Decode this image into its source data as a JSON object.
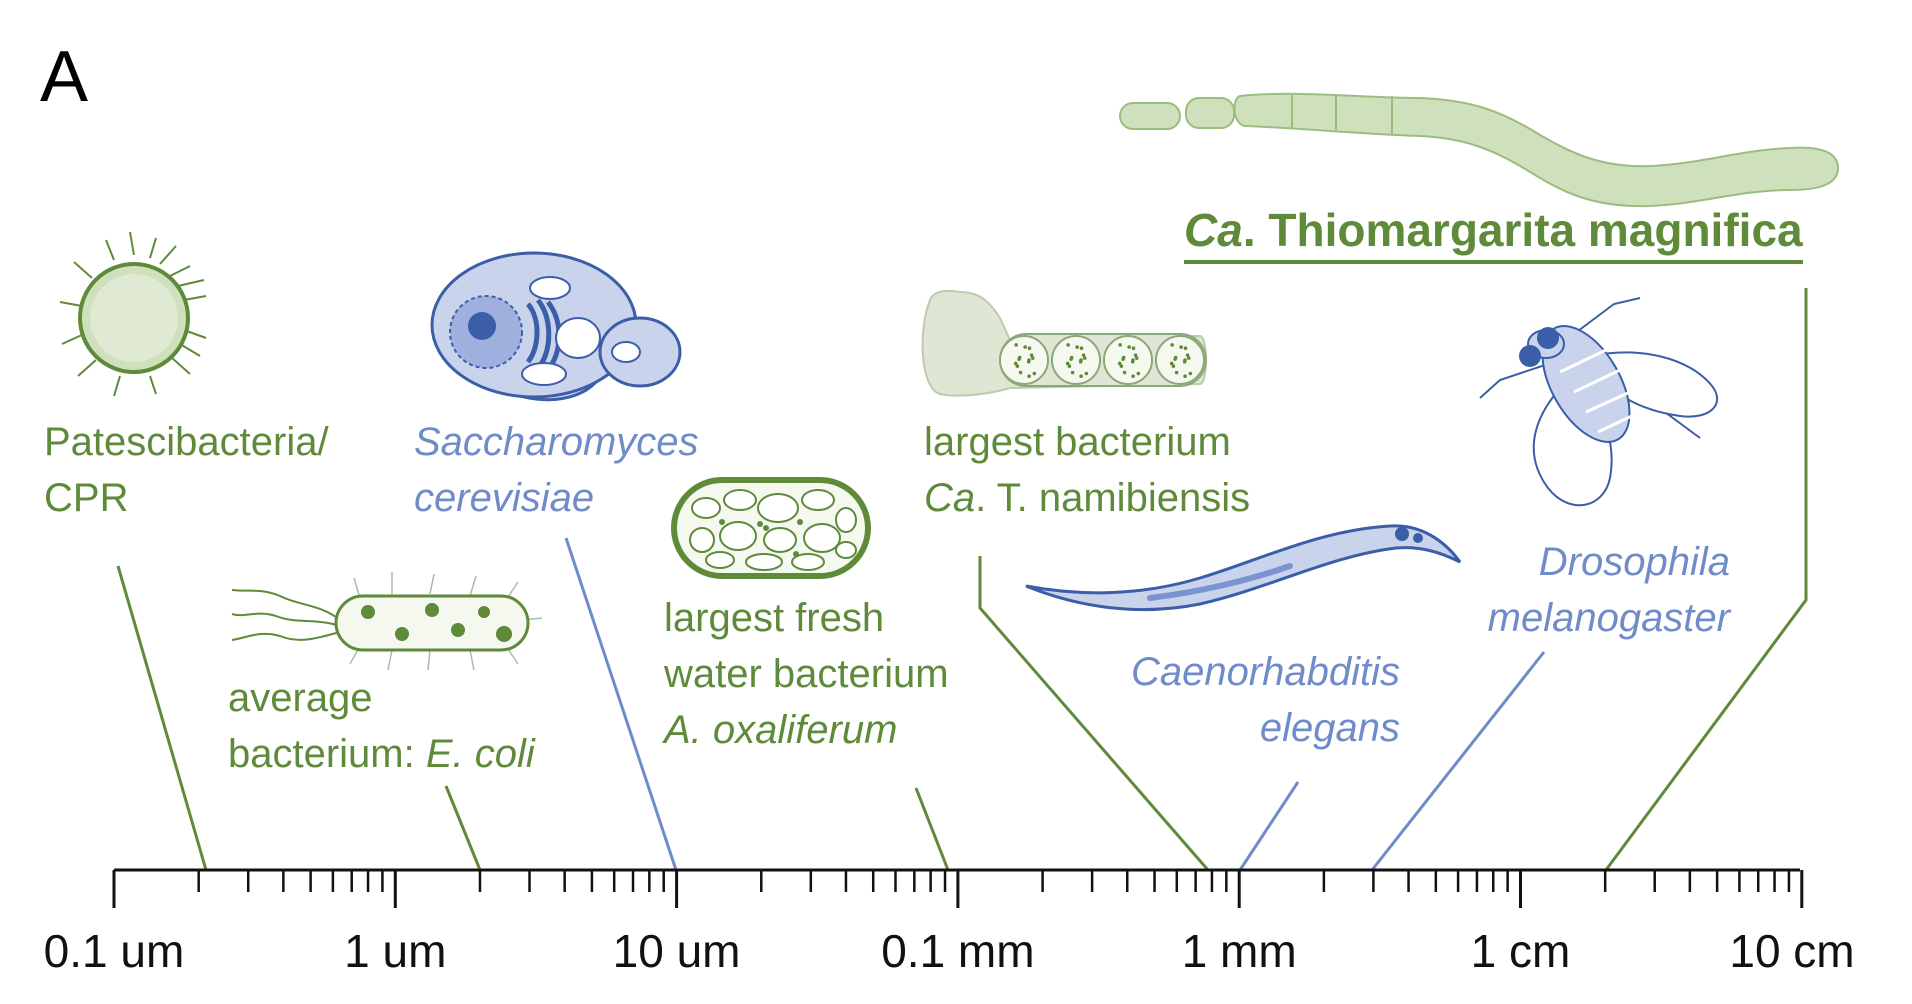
{
  "panel_label": "A",
  "organisms": {
    "patescibacteria": {
      "line1": "Patescibacteria/",
      "line2": "CPR"
    },
    "ecoli": {
      "line1": "average",
      "line2_prefix": "bacterium: ",
      "line2_italic": "E. coli"
    },
    "saccharomyces": {
      "line1": "Saccharomyces",
      "line2": "cerevisiae"
    },
    "oxaliferum": {
      "line1": "largest fresh",
      "line2": "water bacterium",
      "line3": "A. oxaliferum"
    },
    "namibiensis": {
      "line1": "largest bacterium",
      "line2_italic": "Ca",
      "line2_rest": ". T. namibiensis"
    },
    "elegans": {
      "line1": "Caenorhabditis",
      "line2": "elegans"
    },
    "drosophila": {
      "line1": "Drosophila",
      "line2": "melanogaster"
    },
    "magnifica": {
      "italic": "Ca",
      "rest": ". Thiomargarita magnifica"
    }
  },
  "scale": {
    "tick_labels": [
      "0.1 um",
      "1 um",
      "10 um",
      "0.1 mm",
      "1 mm",
      "1 cm",
      "10 cm"
    ]
  },
  "colors": {
    "green": "#5e8a3a",
    "green_fill": "#cfe0bd",
    "blue": "#3a5ea8",
    "blue_fill": "#c9d3ec",
    "axis": "#111111"
  }
}
